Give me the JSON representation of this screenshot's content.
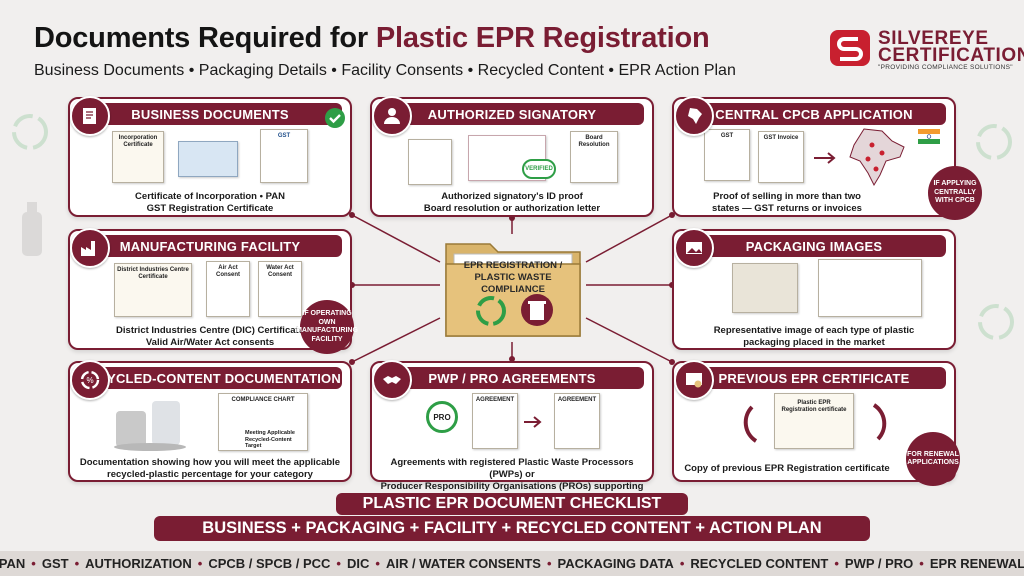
{
  "header": {
    "title_main": "Documents Required for ",
    "title_accent": "Plastic EPR Registration",
    "subtitle": "Business Documents • Packaging Details • Facility Consents • Recycled Content • EPR Action Plan"
  },
  "logo": {
    "brand_line1": "SILVEREYE",
    "brand_line2": "CERTIFICATIONS",
    "tagline": "\"PROVIDING COMPLIANCE SOLUTIONS\""
  },
  "center": {
    "title": "EPR REGISTRATION / PLASTIC WASTE COMPLIANCE"
  },
  "cards": {
    "business": {
      "title": "BUSINESS DOCUMENTS",
      "docs": [
        "Incorporation Certificate",
        "GST"
      ],
      "line1": "Certificate of Incorporation • PAN",
      "line2": "GST Registration Certificate"
    },
    "signatory": {
      "title": "AUTHORIZED SIGNATORY",
      "docs": [
        "VERIFIED",
        "Board Resolution"
      ],
      "line1": "Authorized signatory's ID proof",
      "line2": "Board resolution or authorization letter"
    },
    "cpcb": {
      "title": "CENTRAL CPCB APPLICATION",
      "docs": [
        "GST",
        "GST Invoice"
      ],
      "line1": "Proof of selling in more than two",
      "line2": "states — GST returns or invoices",
      "tag": "IF APPLYING CENTRALLY WITH CPCB"
    },
    "facility": {
      "title": "MANUFACTURING FACILITY",
      "docs": [
        "District Industries Centre Certificate",
        "Air Act Consent",
        "Water Act Consent"
      ],
      "line1": "District Industries Centre (DIC) Certificate",
      "line2": "Valid Air/Water Act consents",
      "tag": "IF OPERATING OWN MANUFACTURING FACILITY"
    },
    "packaging": {
      "title": "PACKAGING IMAGES",
      "line1": "Representative image of each type of plastic",
      "line2": "packaging placed in the market"
    },
    "recycled": {
      "title": "RECYCLED-CONTENT DOCUMENTATION",
      "docs": [
        "COMPLIANCE CHART",
        "Meeting Applicable Recycled-Content Target"
      ],
      "line1": "Documentation showing how you will meet the applicable",
      "line2": "recycled-plastic percentage for your category"
    },
    "pwp": {
      "title": "PWP / PRO AGREEMENTS",
      "docs": [
        "PRO",
        "AGREEMENT",
        "AGREEMENT"
      ],
      "line1": "Agreements with registered Plastic Waste Processors (PWPs) or",
      "line2": "Producer Responsibility Organisations (PROs) supporting the Action Plan"
    },
    "previous": {
      "title": "PREVIOUS EPR CERTIFICATE",
      "docs": [
        "Plastic EPR Registration certificate"
      ],
      "line1": "Copy of previous EPR Registration certificate",
      "tag": "FOR RENEWAL APPLICATIONS"
    }
  },
  "checklist": {
    "line1": "PLASTIC EPR DOCUMENT CHECKLIST",
    "line2": "BUSINESS + PACKAGING + FACILITY + RECYCLED CONTENT + ACTION PLAN"
  },
  "bottom_bar": [
    "PAN",
    "GST",
    "AUTHORIZATION",
    "CPCB / SPCB / PCC",
    "DIC",
    "AIR / WATER CONSENTS",
    "PACKAGING DATA",
    "RECYCLED CONTENT",
    "PWP / PRO",
    "EPR RENEWAL"
  ],
  "colors": {
    "accent": "#7a1d33",
    "background": "#f1efee",
    "green_check": "#2e9e46"
  },
  "icons": [
    "document-stack-icon",
    "user-badge-icon",
    "india-map-icon",
    "factory-icon",
    "image-gallery-icon",
    "recycle-percent-icon",
    "handshake-icon",
    "certificate-icon",
    "recycle-icon",
    "trash-bin-icon",
    "check-icon"
  ]
}
